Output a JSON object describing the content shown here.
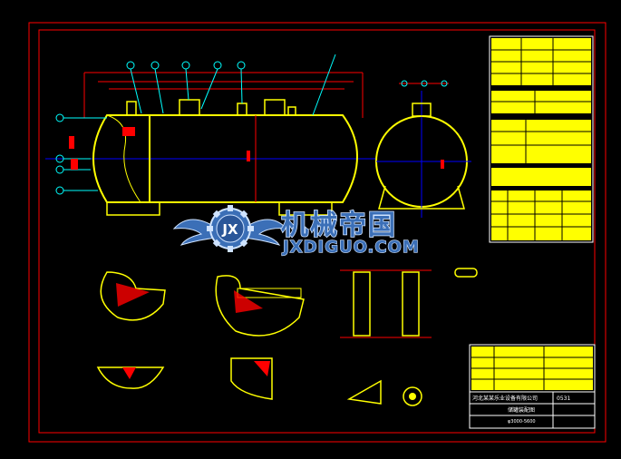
{
  "watermark": {
    "chinese": "机械帝国",
    "english": "JXDIGUO.COM",
    "logo_letters": "JX"
  },
  "title_block": {
    "company": "河北某某乐业设备有限公司",
    "drawing_no": "0531",
    "drawing_name": "储罐装配图",
    "scale_code": "φ3000-5600"
  },
  "colors": {
    "background": "#000000",
    "frame": "#ff0000",
    "outline": "#ffff00",
    "centerline": "#0000ff",
    "dimension": "#ff0000",
    "table": "#ffff00"
  }
}
